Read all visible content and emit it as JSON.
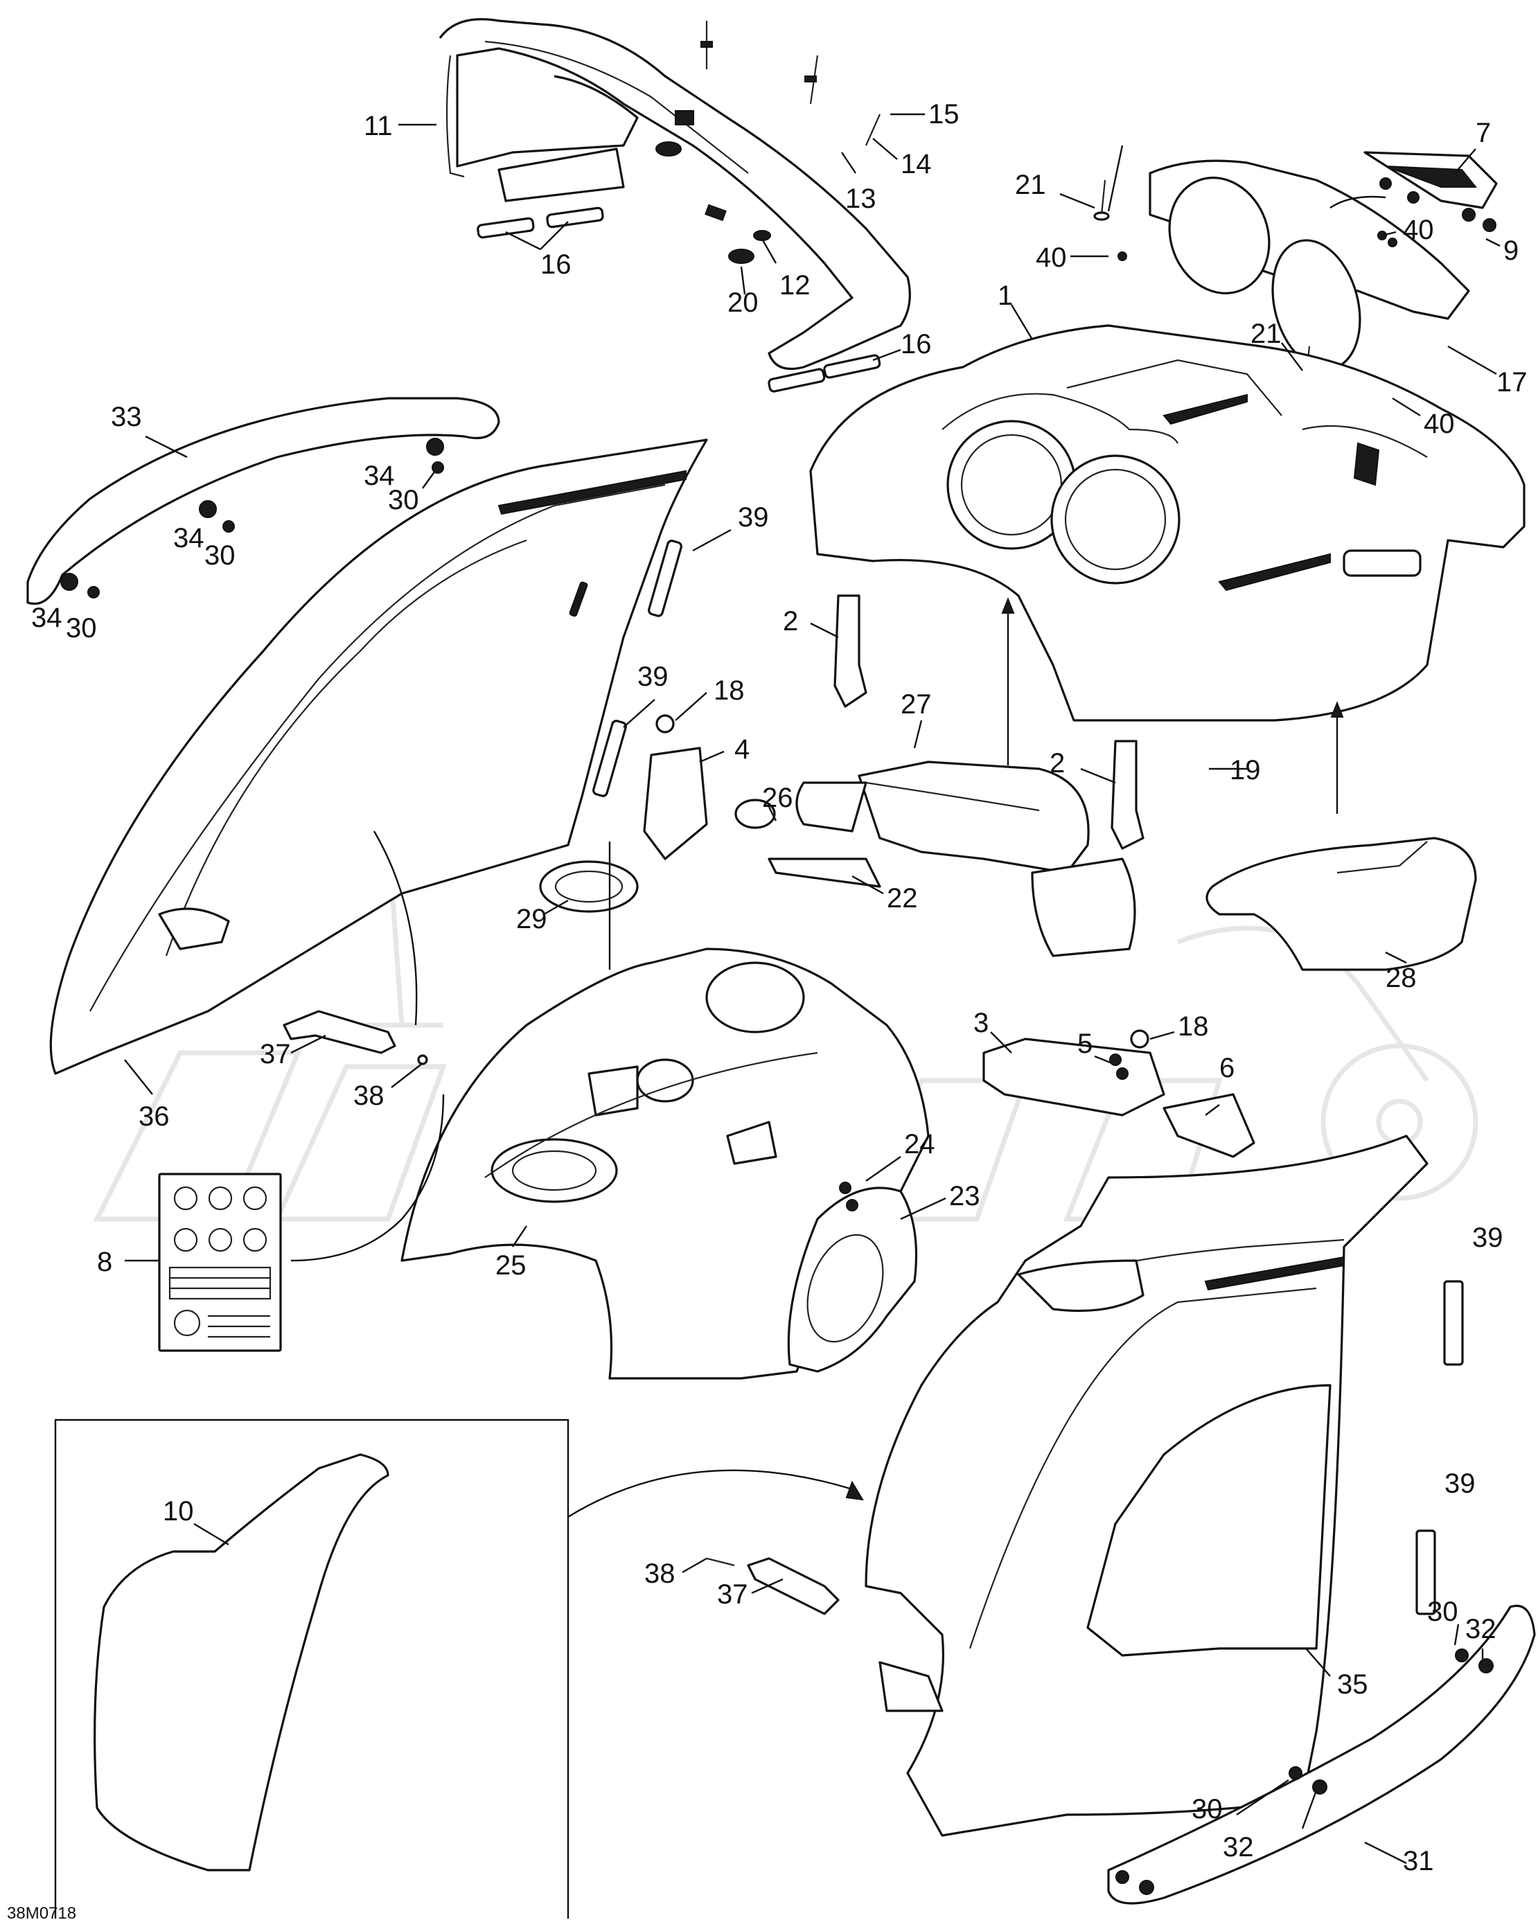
{
  "diagram_code": "38M0718",
  "callouts": [
    {
      "id": "c1",
      "num": "1"
    },
    {
      "id": "c2a",
      "num": "2"
    },
    {
      "id": "c2b",
      "num": "2"
    },
    {
      "id": "c3",
      "num": "3"
    },
    {
      "id": "c4",
      "num": "4"
    },
    {
      "id": "c5",
      "num": "5"
    },
    {
      "id": "c6",
      "num": "6"
    },
    {
      "id": "c7",
      "num": "7"
    },
    {
      "id": "c8",
      "num": "8"
    },
    {
      "id": "c9",
      "num": "9"
    },
    {
      "id": "c10",
      "num": "10"
    },
    {
      "id": "c11",
      "num": "11"
    },
    {
      "id": "c12",
      "num": "12"
    },
    {
      "id": "c13",
      "num": "13"
    },
    {
      "id": "c14",
      "num": "14"
    },
    {
      "id": "c15",
      "num": "15"
    },
    {
      "id": "c16a",
      "num": "16"
    },
    {
      "id": "c16b",
      "num": "16"
    },
    {
      "id": "c17",
      "num": "17"
    },
    {
      "id": "c18a",
      "num": "18"
    },
    {
      "id": "c18b",
      "num": "18"
    },
    {
      "id": "c19",
      "num": "19"
    },
    {
      "id": "c20",
      "num": "20"
    },
    {
      "id": "c21a",
      "num": "21"
    },
    {
      "id": "c21b",
      "num": "21"
    },
    {
      "id": "c22",
      "num": "22"
    },
    {
      "id": "c23",
      "num": "23"
    },
    {
      "id": "c24",
      "num": "24"
    },
    {
      "id": "c25",
      "num": "25"
    },
    {
      "id": "c26",
      "num": "26"
    },
    {
      "id": "c27",
      "num": "27"
    },
    {
      "id": "c28",
      "num": "28"
    },
    {
      "id": "c29",
      "num": "29"
    },
    {
      "id": "c30a",
      "num": "30"
    },
    {
      "id": "c30b",
      "num": "30"
    },
    {
      "id": "c30c",
      "num": "30"
    },
    {
      "id": "c30d",
      "num": "30"
    },
    {
      "id": "c30e",
      "num": "30"
    },
    {
      "id": "c31",
      "num": "31"
    },
    {
      "id": "c32a",
      "num": "32"
    },
    {
      "id": "c32b",
      "num": "32"
    },
    {
      "id": "c33",
      "num": "33"
    },
    {
      "id": "c34a",
      "num": "34"
    },
    {
      "id": "c34b",
      "num": "34"
    },
    {
      "id": "c34c",
      "num": "34"
    },
    {
      "id": "c35",
      "num": "35"
    },
    {
      "id": "c36",
      "num": "36"
    },
    {
      "id": "c37a",
      "num": "37"
    },
    {
      "id": "c37b",
      "num": "37"
    },
    {
      "id": "c38a",
      "num": "38"
    },
    {
      "id": "c38b",
      "num": "38"
    },
    {
      "id": "c39a",
      "num": "39"
    },
    {
      "id": "c39b",
      "num": "39"
    },
    {
      "id": "c39c",
      "num": "39"
    },
    {
      "id": "c39d",
      "num": "39"
    },
    {
      "id": "c40a",
      "num": "40"
    },
    {
      "id": "c40b",
      "num": "40"
    },
    {
      "id": "c40c",
      "num": "40"
    }
  ]
}
